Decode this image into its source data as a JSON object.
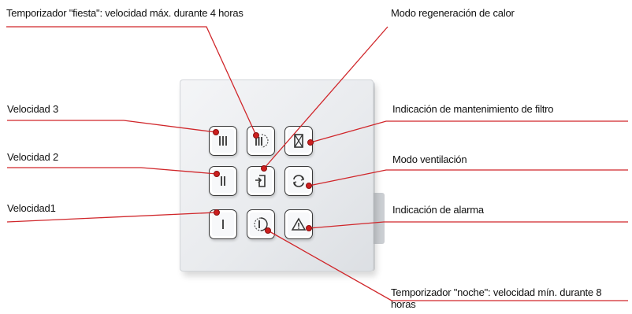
{
  "labels": {
    "fiesta": "Temporizador \"fiesta\": velocidad máx. durante 4 horas",
    "velocidad3": "Velocidad 3",
    "velocidad2": "Velocidad 2",
    "velocidad1": "Velocidad1",
    "regeneracion": "Modo regeneración de calor",
    "filtro": "Indicación de mantenimiento de filtro",
    "ventilacion": "Modo ventilación",
    "alarma": "Indicación de alarma",
    "noche": "Temporizador \"noche\": velocidad mín. durante 8 horas"
  },
  "colors": {
    "leader": "#d0262a",
    "text": "#111111",
    "button_border": "#3a3a3a"
  },
  "buttons": [
    {
      "name": "speed-3-button",
      "icon": "speed-3-bars-icon"
    },
    {
      "name": "party-timer-button",
      "icon": "party-timer-icon"
    },
    {
      "name": "filter-maintenance-button",
      "icon": "filter-icon"
    },
    {
      "name": "speed-2-button",
      "icon": "speed-2-bars-icon"
    },
    {
      "name": "heat-recovery-button",
      "icon": "heat-recovery-icon"
    },
    {
      "name": "ventilation-mode-button",
      "icon": "ventilation-icon"
    },
    {
      "name": "speed-1-button",
      "icon": "speed-1-bar-icon"
    },
    {
      "name": "night-timer-button",
      "icon": "night-timer-icon"
    },
    {
      "name": "alarm-button",
      "icon": "warning-triangle-icon"
    }
  ]
}
